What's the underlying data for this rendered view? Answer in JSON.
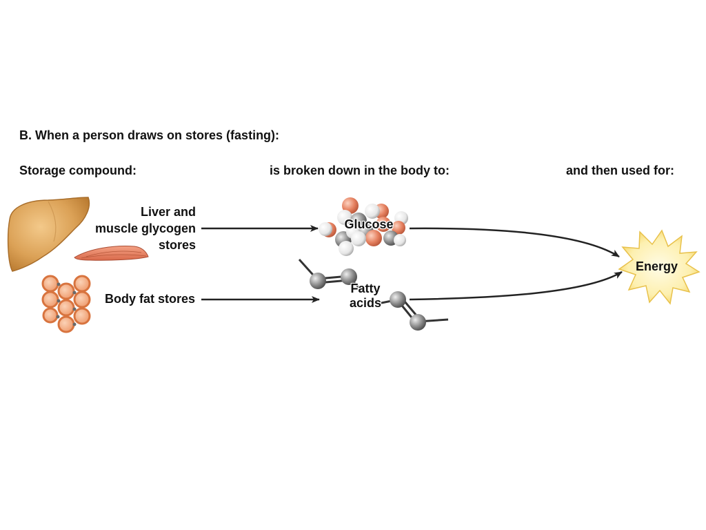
{
  "heading": "B. When a person draws on stores (fasting):",
  "columns": {
    "storage": "Storage compound:",
    "broken": "is broken down in the body to:",
    "used": "and then used for:"
  },
  "rows": [
    {
      "store_lines": [
        "Liver and",
        "muscle glycogen",
        "stores"
      ],
      "product_lines": [
        "Glucose"
      ]
    },
    {
      "store_lines": [
        "Body fat stores"
      ],
      "product_lines": [
        "Fatty",
        "acids"
      ]
    }
  ],
  "result": "Energy",
  "icons": {
    "liver": "liver-icon",
    "muscle": "muscle-icon",
    "fat_cells": "fat-cells-icon",
    "glucose_molecule": "glucose-molecule-icon",
    "fatty_acid_molecule": "fatty-acid-molecule-icon",
    "energy_burst": "energy-burst-icon"
  },
  "colors": {
    "liver": "#d69a4a",
    "muscle": "#e8876a",
    "fat_cell": "#f0a57d",
    "oxygen_atom": "#e8866a",
    "carbon_atom": "#8e8e8e",
    "hydrogen_atom": "#f2f2f2",
    "energy": "#fbe48a",
    "arrow": "#222222"
  }
}
